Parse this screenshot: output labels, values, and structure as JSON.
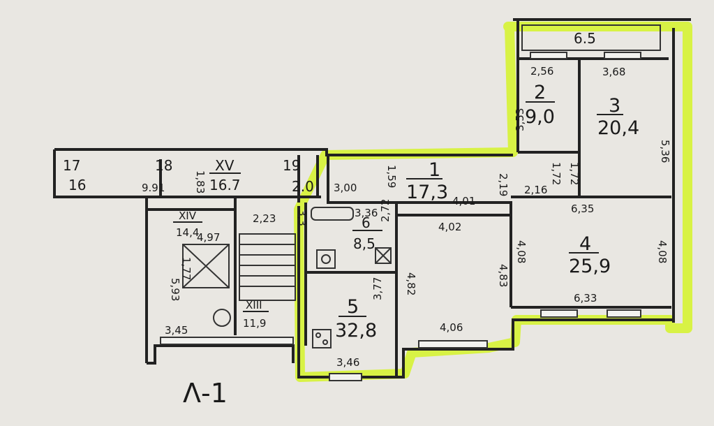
{
  "plan": {
    "title": "Λ-1",
    "balcony": {
      "area": "6.5"
    },
    "rooms": [
      {
        "number": "1",
        "area": "17,3"
      },
      {
        "number": "2",
        "area": "9,0"
      },
      {
        "number": "3",
        "area": "20,4"
      },
      {
        "number": "4",
        "area": "25,9"
      },
      {
        "number": "5",
        "area": "32,8"
      },
      {
        "number": "6",
        "area": "8,5"
      }
    ],
    "common_areas": [
      {
        "number": "XV",
        "area": "16.7"
      },
      {
        "number": "XIV",
        "area": "14,4"
      },
      {
        "number": "XIII",
        "area": "11,9"
      }
    ],
    "corridor_marks": [
      {
        "number": "17",
        "value": "16"
      },
      {
        "number": "18",
        "value": "9.91"
      },
      {
        "number": "19",
        "value": "2.0"
      }
    ],
    "dimensions": {
      "d_2_56": "2,56",
      "d_3_68": "3,68",
      "d_3_53": "3,53",
      "d_5_36": "5,36",
      "d_1_72a": "1,72",
      "d_1_72b": "1,72",
      "d_2_16": "2,16",
      "d_6_35": "6,35",
      "d_4_08a": "4,08",
      "d_4_08b": "4,08",
      "d_6_33": "6,33",
      "d_3_00": "3,00",
      "d_1_59": "1,59",
      "d_4_01": "4,01",
      "d_2_19": "2,19",
      "d_4_02": "4,02",
      "d_4_83": "4,83",
      "d_4_82": "4,82",
      "d_4_06": "4,06",
      "d_3_46": "3,46",
      "d_3_77": "3,77",
      "d_3_36": "3,36",
      "d_2_72": "2,72",
      "d_2_23": "2,23",
      "d_3_3": "3,3",
      "d_4_97": "4,97",
      "d_1_77": "1,77",
      "d_5_93": "5,93",
      "d_3_45": "3,45",
      "d_1_83": "1,83"
    }
  }
}
